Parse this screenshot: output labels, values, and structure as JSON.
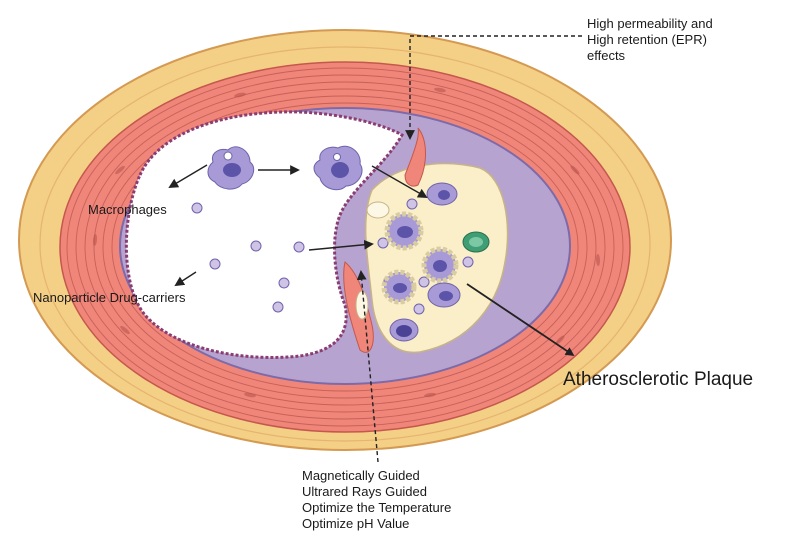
{
  "labels": {
    "epr": [
      "High permeability and",
      "High retention (EPR)",
      "effects"
    ],
    "macrophages": "Macrophages",
    "nanoparticle": "Nanoparticle Drug-carriers",
    "plaque": "Atherosclerotic Plaque",
    "guided": [
      "Magnetically Guided",
      "Ultrared Rays Guided",
      "Optimize the Temperature",
      "Optimize pH Value"
    ]
  },
  "colors": {
    "adventitia": "#f4cf86",
    "media": "#f0857a",
    "media_lines": "#b9564d",
    "intima": "#b7a3d0",
    "lumen": "#ffffff",
    "plaque": "#fbefc9",
    "macrophage": "#a89ad6",
    "macrophage_nucleus": "#5c54a8",
    "foam_cell_edge": "#d8cca0",
    "green_cell": "#3f9e74",
    "arrow": "#222222"
  }
}
